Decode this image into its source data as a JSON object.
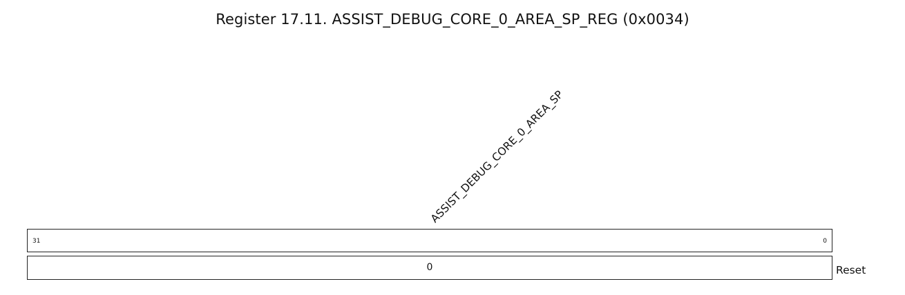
{
  "register": {
    "title": "Register 17.11. ASSIST_DEBUG_CORE_0_AREA_SP_REG (0x0034)"
  },
  "fields": [
    {
      "name": "ASSIST_DEBUG_CORE_0_AREA_SP",
      "bit_high": "31",
      "bit_low": "0",
      "reset_value": "0"
    }
  ],
  "reset_label": "Reset"
}
